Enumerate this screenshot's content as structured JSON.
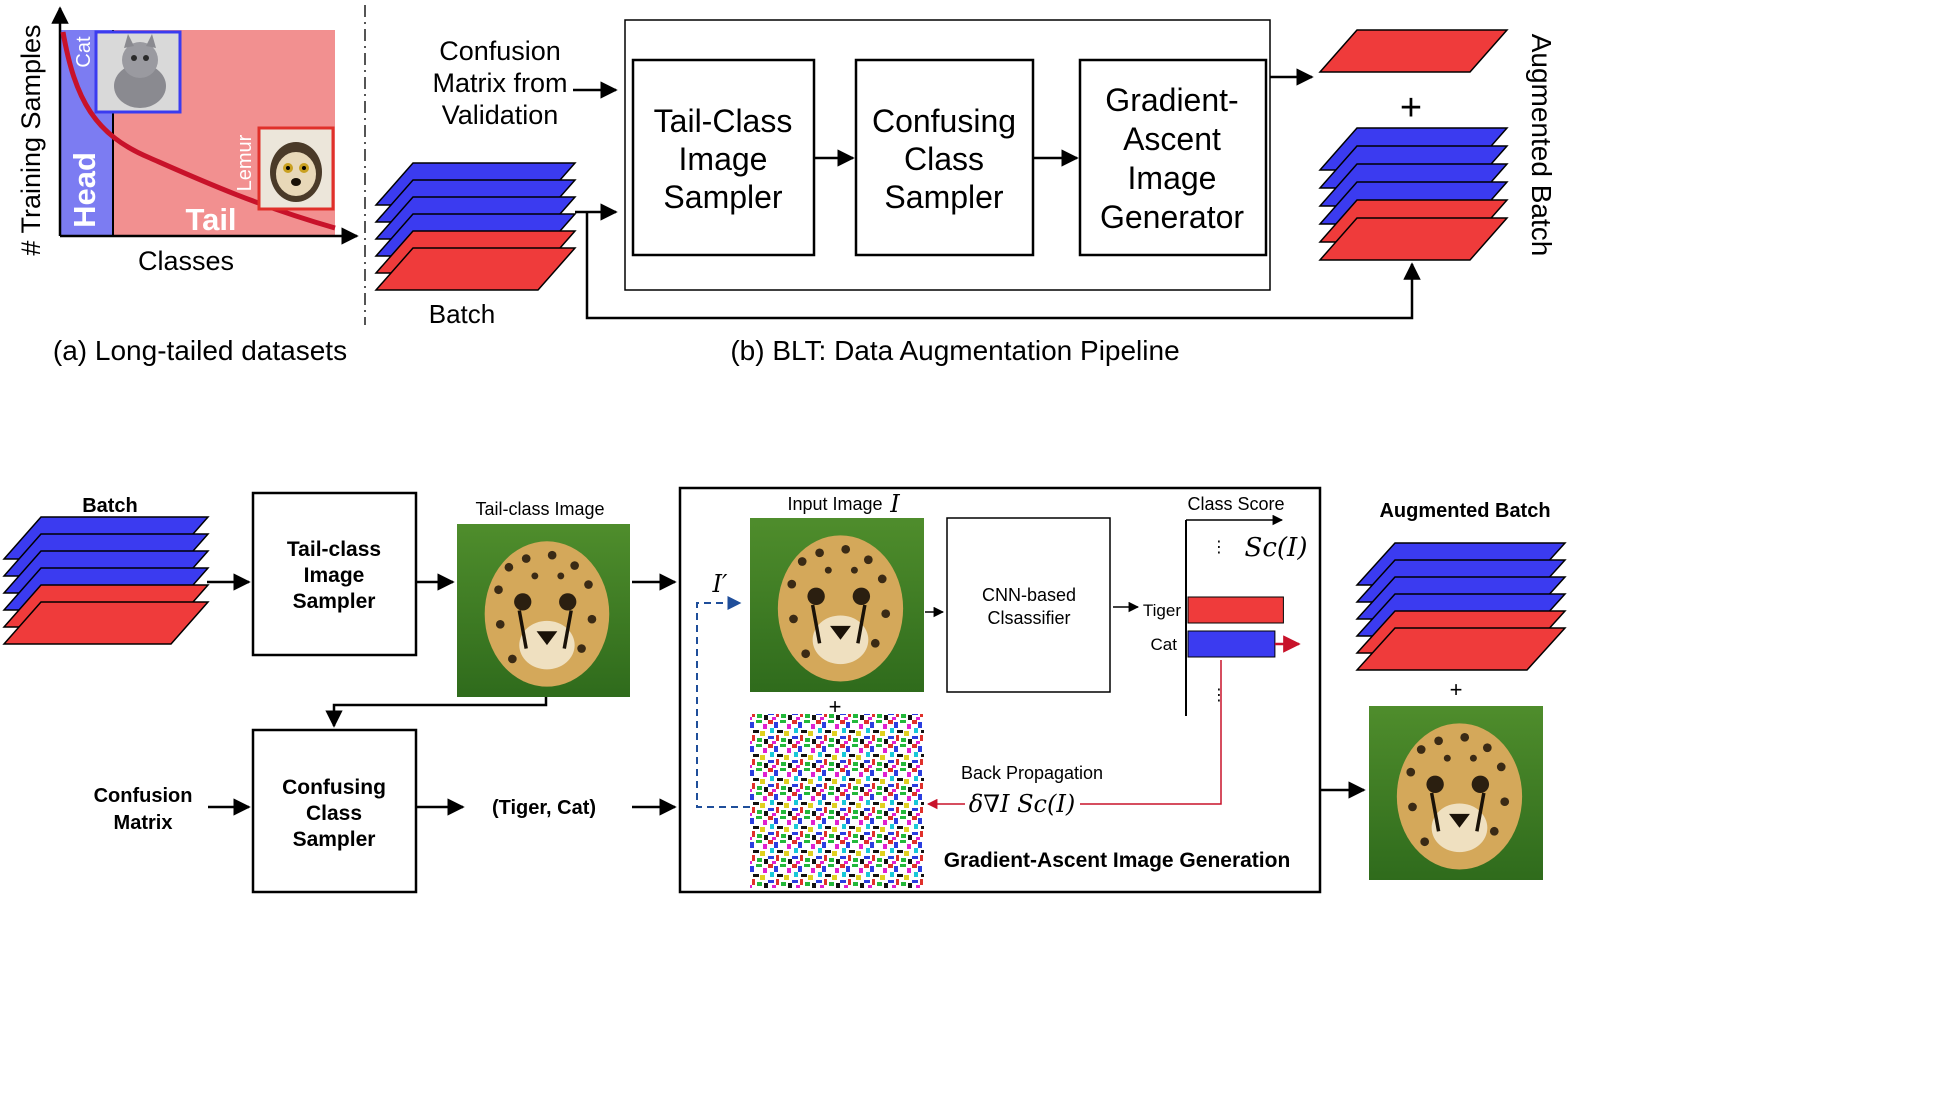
{
  "colors": {
    "blue": "#3b3bf0",
    "red": "#ef3b3b",
    "head_fill": "#7c7cf2",
    "tail_fill": "#f29090",
    "curve": "#c8122a",
    "backprop": "#c8122a",
    "dashed": "#1f4e9a"
  },
  "panel_a": {
    "y_axis_label": "# Training Samples",
    "x_axis_label": "Classes",
    "head_label": "Head",
    "tail_label": "Tail",
    "cat_label": "Cat",
    "lemur_label": "Lemur",
    "caption": "(a) Long-tailed datasets",
    "cat_icon": "cat-photo",
    "lemur_icon": "lemur-photo"
  },
  "panel_b": {
    "confusion_input": [
      "Confusion",
      "Matrix from",
      "Validation"
    ],
    "batch_label": "Batch",
    "box1": [
      "Tail-Class",
      "Image",
      "Sampler"
    ],
    "box2": [
      "Confusing",
      "Class",
      "Sampler"
    ],
    "box3": [
      "Gradient-",
      "Ascent",
      "Image",
      "Generator"
    ],
    "plus": "+",
    "augmented_label": "Augmented Batch",
    "caption": "(b) BLT: Data Augmentation Pipeline"
  },
  "panel_c": {
    "batch_label": "Batch",
    "tail_sampler": [
      "Tail-class",
      "Image",
      "Sampler"
    ],
    "tail_image_label": "Tail-class Image",
    "confusion_matrix": [
      "Confusion",
      "Matrix"
    ],
    "confusing_sampler": [
      "Confusing",
      "Class",
      "Sampler"
    ],
    "pair_label": "(Tiger, Cat)",
    "input_image_label": "Input Image",
    "input_symbol": "I",
    "prime_symbol": "I′",
    "plus": "+",
    "cnn_box": [
      "CNN-based",
      "Clsassifier"
    ],
    "class_score_label": "Class Score",
    "score_symbol": "Sc(I)",
    "bar_tiger_label": "Tiger",
    "bar_cat_label": "Cat",
    "bar_tiger_score": 0.9,
    "bar_cat_score": 0.82,
    "backprop_label": "Back Propagation",
    "gradient_symbol": "δ∇I Sc(I)",
    "generation_label": "Gradient-Ascent Image Generation",
    "augmented_label": "Augmented Batch",
    "aug_plus": "+",
    "image_icon": "cheetah-photo",
    "noise_icon": "noise-pattern"
  }
}
